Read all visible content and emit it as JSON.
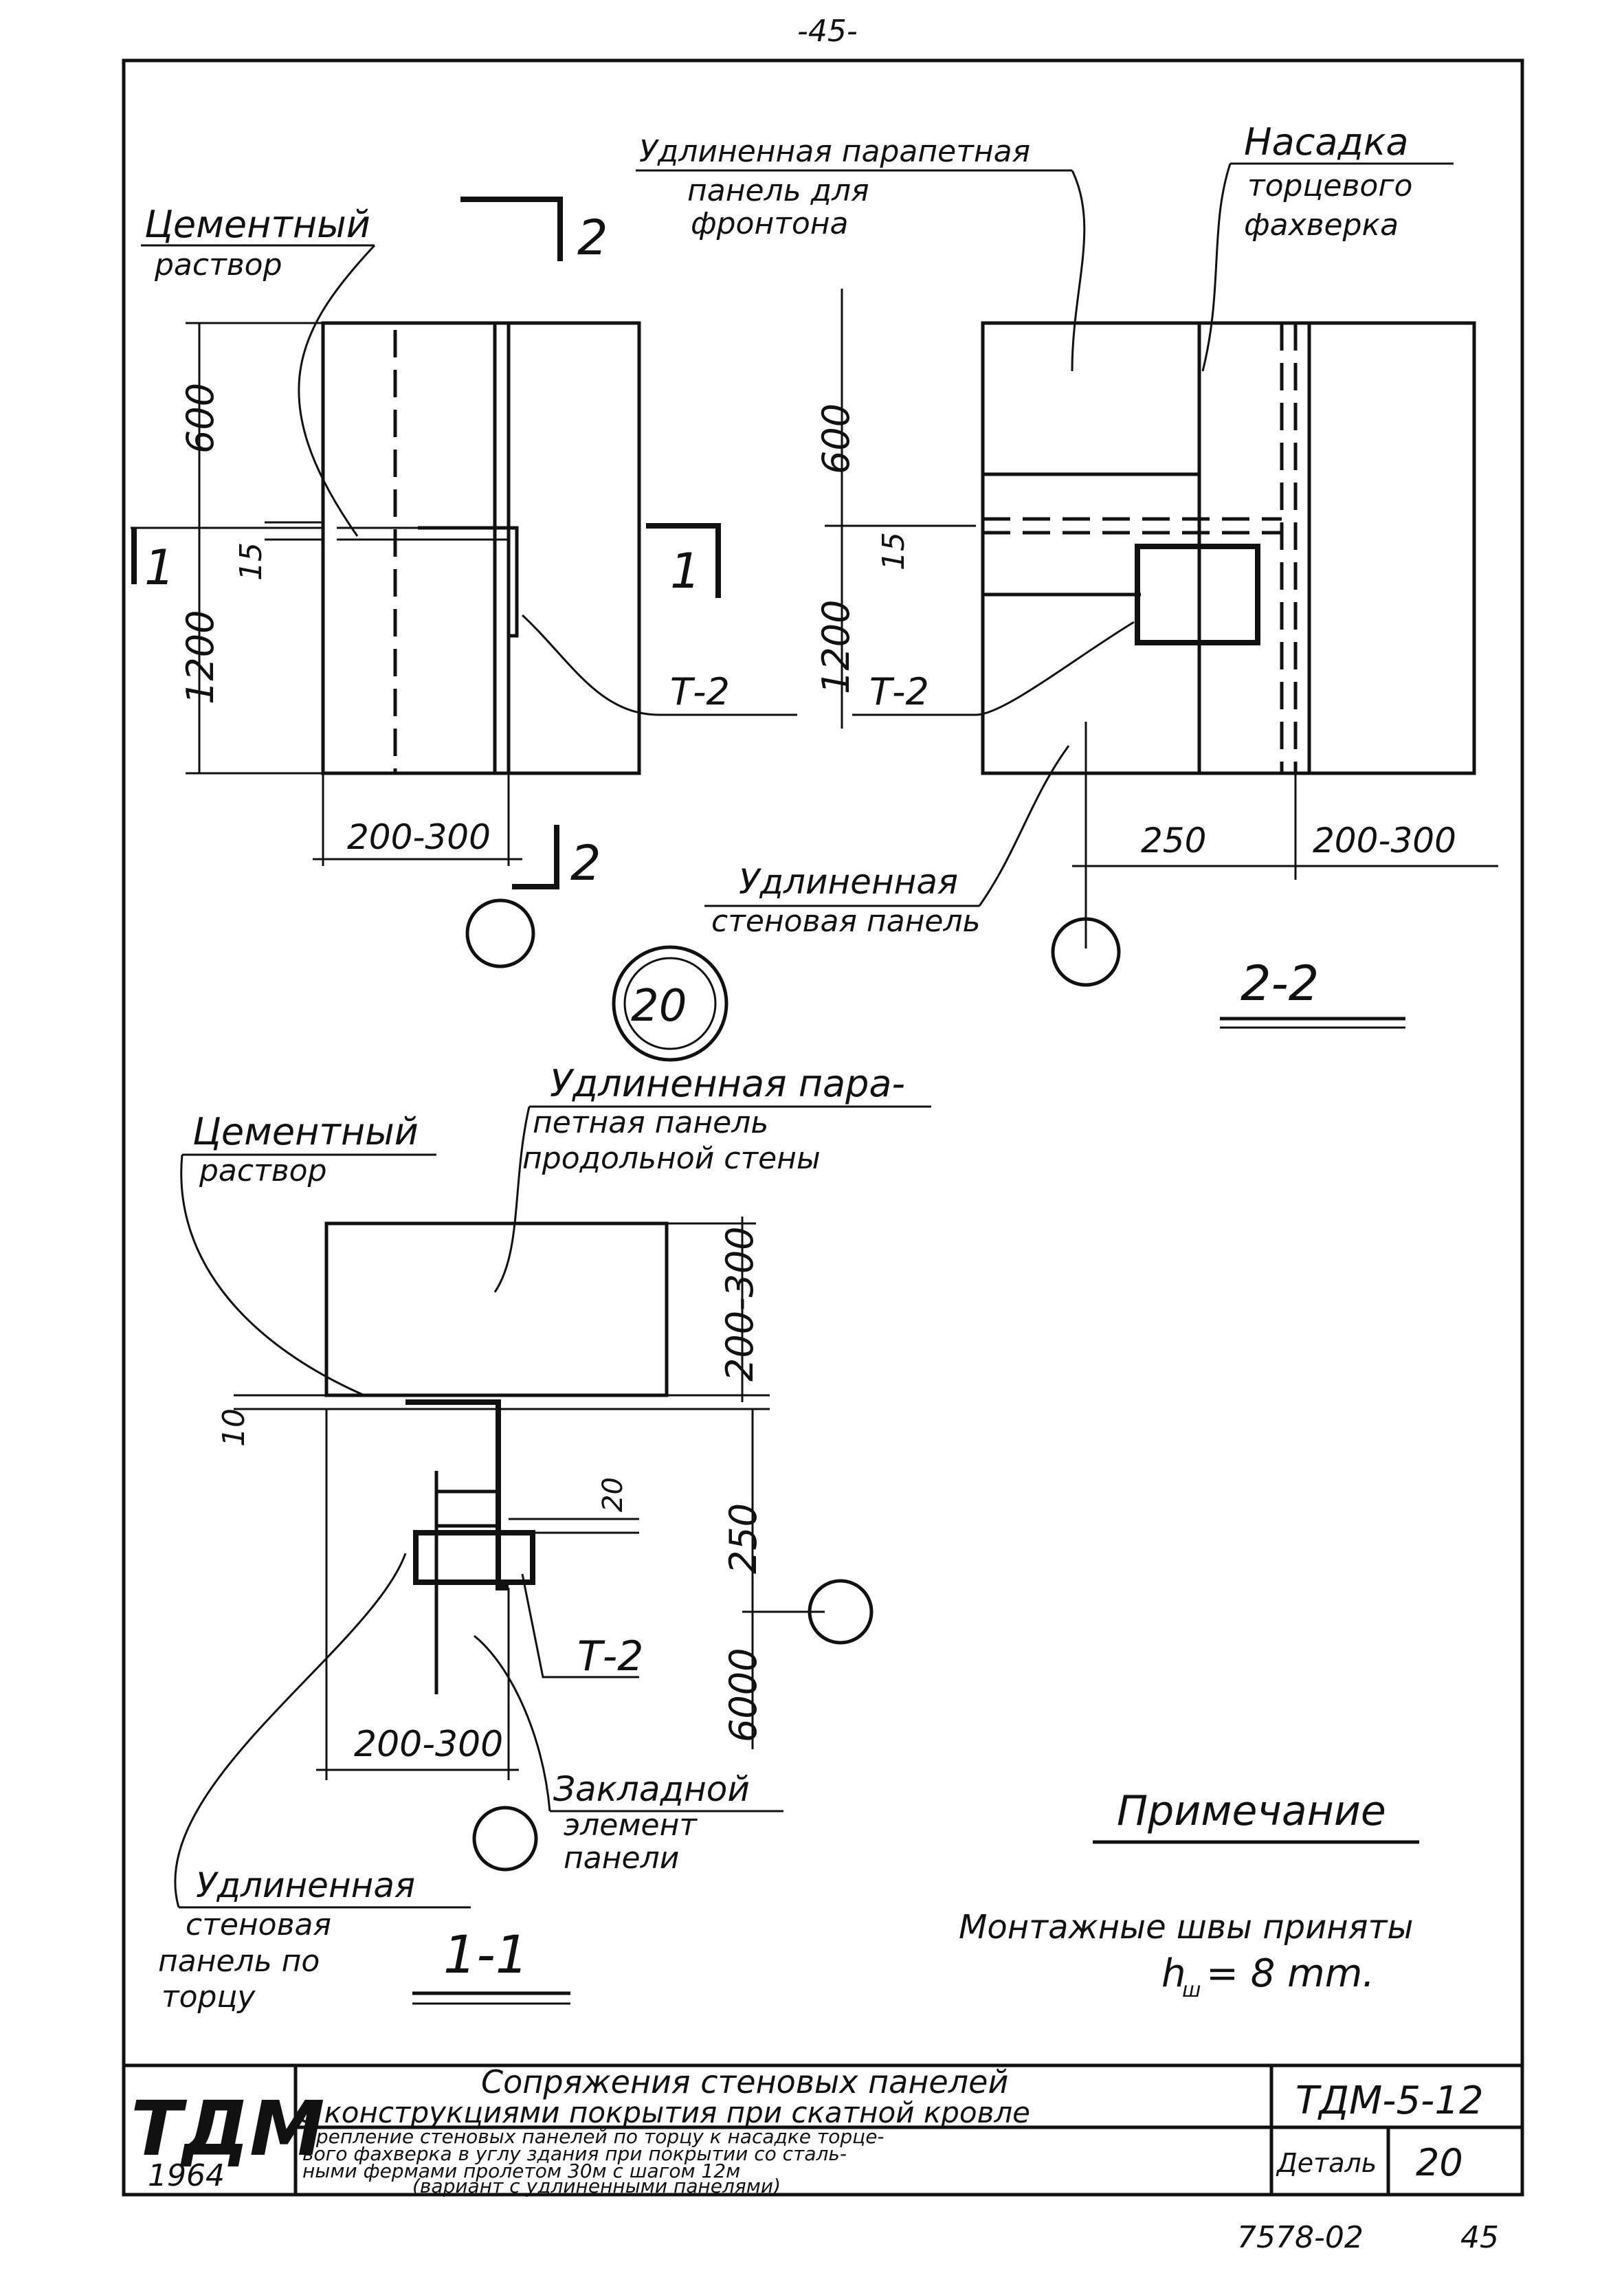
{
  "page_number_top": "-45-",
  "view_2_2": {
    "label_cement": "Цементный",
    "label_cement_2": "раствор",
    "section_mark": "2",
    "label_parapet": "Удлиненная парапетная",
    "label_parapet_2": "панель для",
    "label_parapet_3": "фронтона",
    "label_cap": "Насадка",
    "label_cap_2": "торцевого",
    "label_cap_3": "фахверка",
    "dim_600_left": "600",
    "dim_1200_left": "1200",
    "dim_15_left": "15",
    "dim_600_right": "600",
    "dim_1200_right": "1200",
    "dim_15_right": "15",
    "cut_mark_1": "1",
    "weld_left": "Т-2",
    "weld_right": "Т-2",
    "dim_200_300_left": "200-300",
    "dim_250": "250",
    "dim_200_300_right": "200-300",
    "label_wall": "Удлиненная",
    "label_wall_2": "стеновая панель",
    "detail_number": "20",
    "title": "2-2"
  },
  "view_1_1": {
    "label_parapet": "Удлиненная пара-",
    "label_parapet_2": "петная панель",
    "label_parapet_3": "продольной стены",
    "label_cement": "Цементный",
    "label_cement_2": "раствор",
    "dim_200_300_vert": "200-300",
    "dim_10": "10",
    "dim_20": "20",
    "dim_250": "250",
    "dim_6000": "6000",
    "weld": "Т-2",
    "dim_200_300": "200-300",
    "label_embed": "Закладной",
    "label_embed_2": "элемент",
    "label_embed_3": "панели",
    "label_wall": "Удлиненная",
    "label_wall_2": "стеновая",
    "label_wall_3": "панель по",
    "label_wall_4": "торцу",
    "title": "1-1"
  },
  "note": {
    "title": "Примечание",
    "line1": "Монтажные швы приняты",
    "line2_prefix": "h",
    "line2_sub": "ш",
    "line2_value": "= 8 mm."
  },
  "title_block": {
    "logo": "ТДМ",
    "year": "1964",
    "main_title_1": "Сопряжения стеновых панелей",
    "main_title_2": "с конструкциями покрытия при скатной кровле",
    "sub_1": "Крепление стеновых панелей по торцу к насадке торце-",
    "sub_2": "вого фахверка в углу здания при покрытии со сталь-",
    "sub_3": "ными фермами пролетом 30м с шагом 12м",
    "sub_4": "(вариант с удлиненными панелями)",
    "code": "ТДМ-5-12",
    "detail_label": "Деталь",
    "detail_value": "20"
  },
  "footer_number": "7578-02",
  "footer_page": "45"
}
